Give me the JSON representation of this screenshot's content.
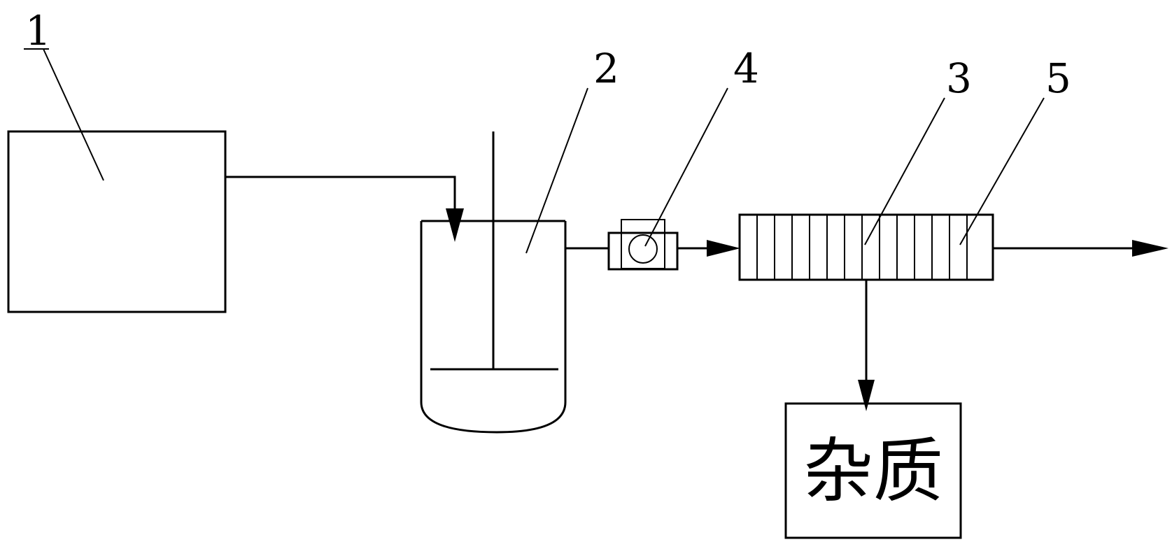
{
  "callouts": {
    "c1": "1",
    "c2": "2",
    "c3": "3",
    "c4": "4",
    "c5": "5"
  },
  "impurity_box": {
    "label": "杂质"
  }
}
